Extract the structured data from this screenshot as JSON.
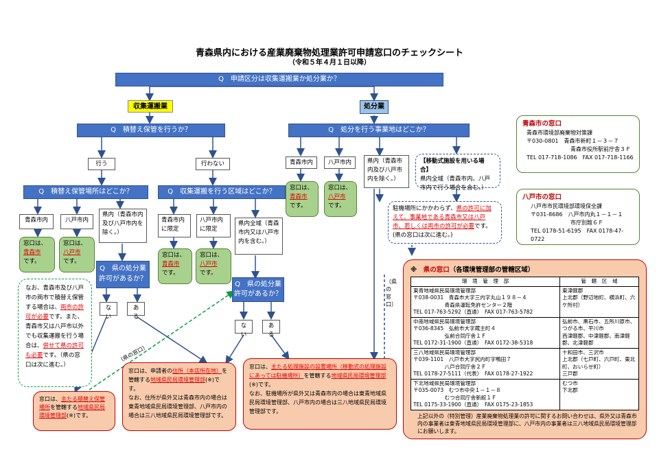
{
  "title": "青森県内における産業廃棄物処理業許可申請窓口のチェックシート",
  "subtitle": "（令和５年４月１日以降）",
  "q_main": "Q　申請区分は収集運搬業か処分業か？",
  "collection_label": "収集運搬業",
  "disposal_label": "処分業",
  "q_transship": "Q　積替え保管を行うか？",
  "yes_label": "行う",
  "no_label": "行わない",
  "q_transship_place": "Q　積替え保管場所はどこか？",
  "q_collect_area": "Q　収集運搬を行う区域はどこか？",
  "q_disposal_place": "Q　処分を行う事業地はどこか？",
  "opt_aomori": "青森市内",
  "opt_hachinohe": "八戸市内",
  "opt_pref_except": "県内（青森市内及び八戸市内を除く。）",
  "opt_aomori_only": "青森市内に限定",
  "opt_hachinohe_only": "八戸市内に限定",
  "opt_pref_all": "県内全域（青森市内又は八戸市内を含む。）",
  "opt_pref_except_disposal": "県内（青森市内及び八戸市内を除く。）",
  "mobile_head": "【移動式施設を用いる場合】",
  "mobile_body": "県内全域（青森市内、八戸市内で行う場合を含む。）",
  "q_pref_disposal": "Q　県の処分業許可があるか？",
  "ans_no": "ない",
  "ans_yes": "ある",
  "win_aomori": {
    "pre": "窓口は、",
    "link": "青森市",
    "post": "です。"
  },
  "win_hachinohe": {
    "pre": "窓口は、",
    "link": "八戸市",
    "post": "です。"
  },
  "note_left": {
    "t1": "なお、青森市及び八戸市の両市で積替え保管する場合は、",
    "r1": "両市の許可が必要",
    "t2": "です。また、青森市又は八戸市以外でも収集運搬を行う場合は、",
    "r2": "併せて県の許可も必要",
    "t3": "です。（県の窓口は次に進む。）"
  },
  "note_parking": {
    "t1": "駐機場所にかかわらず、",
    "r1": "県の許可に加えて、事業地である青森市又は八戸市、若しくは両市の許可が必要",
    "t2": "です。(県の窓口は次に進む。)"
  },
  "pref_window_tag": "（県の窓口）",
  "res_transship": {
    "t1": "窓口は、",
    "r1": "主たる積替え保管場所",
    "t2": "を管轄する",
    "r2": "地域県民局環境管理部",
    "t3": "(※)です。"
  },
  "res_applicant": {
    "t1": "窓口は、申請者の",
    "r1": "住所（本店所在地）",
    "t2": "を管轄する",
    "r2": "地域県民局環境管理部",
    "t3": "(※)です。",
    "t4": "なお、住所が県外又は青森市内の場合は東青地域県民局環境管理部、八戸市内の場合は三八地域県民局環境管理部です。"
  },
  "res_facility": {
    "t1": "窓口は、",
    "r1": "主たる処理施設の設置場所（移動式の処理施設にあっては駐機場所）",
    "t2": "を管轄する",
    "r2": "地域県民局環境管理部",
    "t3": "(※)です。",
    "t4": "なお、駐機場所が県外又は青森市内の場合は東青地域県民局環境管理部、八戸市内の場合は三八地域県民局環境管理部です。"
  },
  "aomori_city": {
    "head": "青森市の窓口",
    "lines": [
      "青森市環境部廃棄物対策課",
      "〒030-0801　青森市新町１－３－７",
      "青森市役所駅前庁舎３Ｆ",
      "TEL 017-718-1086　FAX 017-718-1166"
    ]
  },
  "hachinohe_city": {
    "head": "八戸市の窓口",
    "lines": [
      "八戸市市民環境部環境保全課",
      "〒031-8686　八戸市内丸１－１－１",
      "市庁別館６Ｆ",
      "TEL 0178-51-6195　FAX 0178-47-0722"
    ]
  },
  "pref_table": {
    "head_mark": "※",
    "head_red": "県の窓口",
    "head_rest": "（各環境管理部の管轄区域）",
    "col1": "環　境　管　理　部",
    "col2": "管　轄　区　域",
    "rows": [
      {
        "office": [
          "東青地域県民局環境管理部",
          "〒038-0031　青森市大字三内字丸山１９８－４",
          "　　　　　　青森県運転免許センター２階",
          "TEL 017-763-5292（直通）　FAX 017-763-5782"
        ],
        "area": [
          "東津軽郡",
          "上北郡（野辺地町、横浜町、六ケ所村）"
        ]
      },
      {
        "office": [
          "中南地域県民局環境管理部",
          "〒036-8345　弘前市大字蔵主町４",
          "　　　　　　弘前合同庁舎１Ｆ",
          "TEL 0172-31-1900（直通）　FAX 0172-38-5318"
        ],
        "area": [
          "弘前市、黒石市、五所川原市、つがる市、平川市",
          "西津軽郡、中津軽郡、南津軽郡、北津軽郡"
        ]
      },
      {
        "office": [
          "三八地域県民局環境管理部",
          "〒039-1101　八戸市大字尻内町字鴨田７",
          "　　　　　　八戸合同庁舎２Ｆ",
          "TEL 0178-27-5111（代表）　FAX 0178-27-1922"
        ],
        "area": [
          "十和田市、三沢市",
          "上北郡（七戸町、六戸町、東北町、おいらせ町）",
          "三戸郡"
        ]
      },
      {
        "office": [
          "下北地域県民局環境管理部",
          "〒035-0073　むつ市中央１－１－８",
          "　　　　　　むつ合同庁舎新館１Ｆ",
          "TEL 0175-33-1900（直通）　FAX 0175-23-1853"
        ],
        "area": [
          "むつ市",
          "下北郡"
        ]
      }
    ],
    "footnote": "上記以外の（特別管理）産業廃棄物処理業の許可に関するお問い合わせは、県外又は青森市内の事業者は東青地域県民局環境管理部に、八戸市内の事業者は三八地域県民局環境管理部にお願いします。"
  },
  "vertical_label": "（県の窓口）"
}
